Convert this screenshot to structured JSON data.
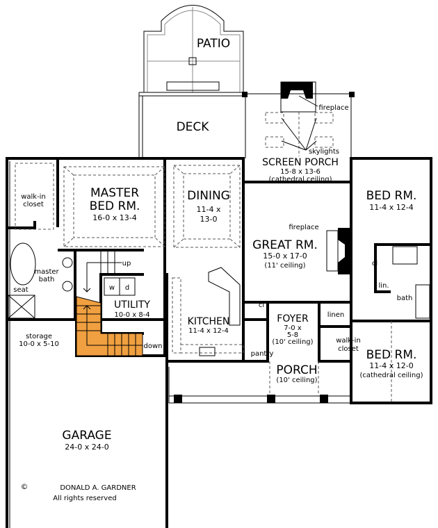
{
  "rooms": {
    "patio": {
      "name": "PATIO"
    },
    "deck": {
      "name": "DECK"
    },
    "screen_porch": {
      "name": "SCREEN PORCH",
      "size": "15-8 x 13-6",
      "note": "(cathedral ceiling)"
    },
    "master": {
      "name1": "MASTER",
      "name2": "BED RM.",
      "size": "16-0 x 13-4"
    },
    "dining": {
      "name": "DINING",
      "size1": "11-4 x",
      "size2": "13-0"
    },
    "bed1": {
      "name": "BED RM.",
      "size": "11-4 x 12-4"
    },
    "great": {
      "name": "GREAT RM.",
      "size": "15-0 x 17-0",
      "note": "(11' ceiling)"
    },
    "walkin1": {
      "line1": "walk-in",
      "line2": "closet"
    },
    "master_bath": {
      "line1": "master",
      "line2": "bath"
    },
    "seat": "seat",
    "utility": {
      "name": "UTILITY",
      "size": "10-0 x 8-4",
      "washer": "w",
      "dryer": "d"
    },
    "kitchen": {
      "name": "KITCHEN",
      "size": "11-4 x 12-4"
    },
    "foyer": {
      "name": "FOYER",
      "size1": "7-0 x",
      "size2": "5-8",
      "note": "(10' ceiling)"
    },
    "storage": {
      "name": "storage",
      "size": "10-0 x 5-10"
    },
    "porch": {
      "name": "PORCH",
      "note": "(10' ceiling)"
    },
    "bed2": {
      "name": "BED RM.",
      "size": "11-4 x 12-0",
      "note": "(cathedral ceiling)"
    },
    "walkin2": {
      "line1": "walk-in",
      "line2": "closet"
    },
    "garage": {
      "name": "GARAGE",
      "size": "24-0 x 24-0"
    }
  },
  "labels": {
    "fireplace": "fireplace",
    "skylights": "skylights",
    "up": "up",
    "down": "down",
    "cl": "cl",
    "lin": "lin.",
    "bath": "bath",
    "linen": "linen",
    "pantry": "pantry"
  },
  "credit": {
    "copyright": "©",
    "designer": "DONALD A. GARDNER",
    "rights": "All rights reserved"
  },
  "colors": {
    "stairs": "#F0A040",
    "walls": "#000000"
  }
}
